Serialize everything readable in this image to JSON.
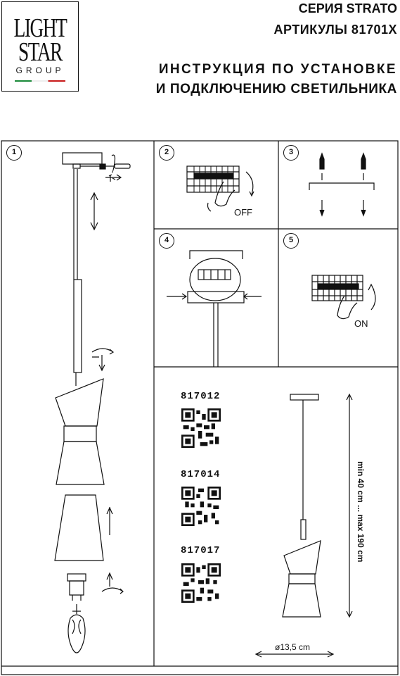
{
  "logo": {
    "line1": "LIGHT",
    "line2": "STAR",
    "line3": "GROUP"
  },
  "header": {
    "series": "СЕРИЯ STRATO",
    "articles": "АРТИКУЛЫ 81701X",
    "title_line1": "ИНСТРУКЦИЯ ПО УСТАНОВКЕ",
    "title_line2": "И ПОДКЛЮЧЕНИЮ СВЕТИЛЬНИКА"
  },
  "steps": [
    "1",
    "2",
    "3",
    "4",
    "5"
  ],
  "switch_labels": {
    "off": "OFF",
    "on": "ON"
  },
  "models": [
    "817012",
    "817014",
    "817017"
  ],
  "dimensions": {
    "height": "min 40 cm ... max 190 cm",
    "diameter": "ø13,5 cm"
  }
}
